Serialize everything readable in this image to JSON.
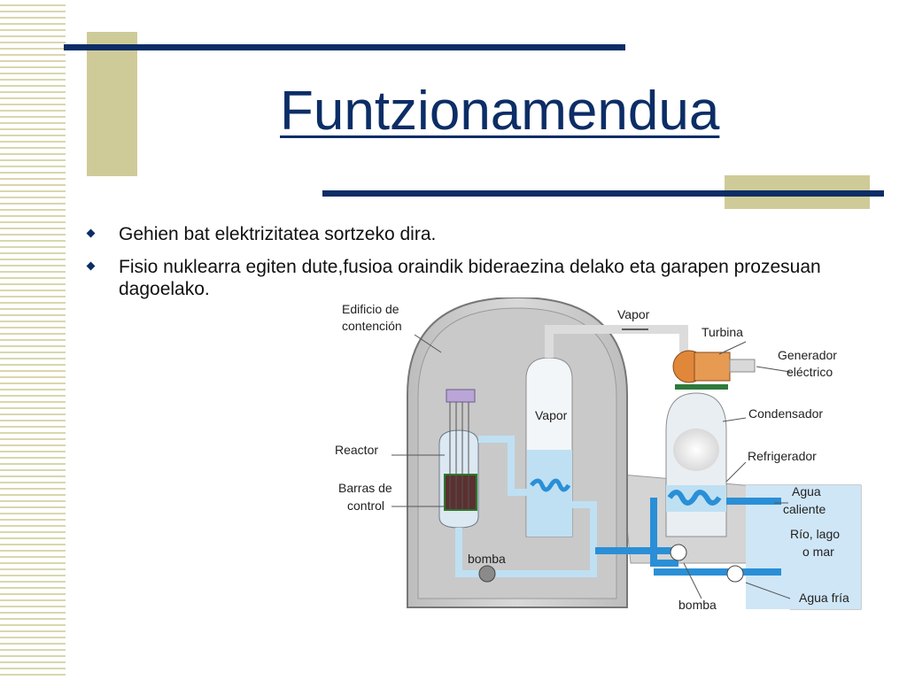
{
  "slide": {
    "title": "Funtzionamendua",
    "bullets": [
      "Gehien bat elektrizitatea sortzeko dira.",
      "Fisio nuklearra egiten dute,fusioa oraindik bideraezina delako eta garapen prozesuan dagoelako."
    ]
  },
  "diagram": {
    "labels": {
      "containment_1": "Edificio de",
      "containment_2": "contención",
      "vapor_top": "Vapor",
      "turbine": "Turbina",
      "generator_1": "Generador",
      "generator_2": "eléctrico",
      "vapor_inner": "Vapor",
      "condenser": "Condensador",
      "reactor": "Reactor",
      "refrigerator": "Refrigerador",
      "rods_1": "Barras de",
      "rods_2": "control",
      "hot_water_1": "Agua",
      "hot_water_2": "caliente",
      "river_1": "Río, lago",
      "river_2": "o mar",
      "pump_inner": "bomba",
      "pump_outer": "bomba",
      "cold_water": "Agua fría"
    }
  },
  "colors": {
    "title_blue": "#0c2d66",
    "accent_khaki": "#cfcb98",
    "water_blue": "#2a8fd6"
  }
}
